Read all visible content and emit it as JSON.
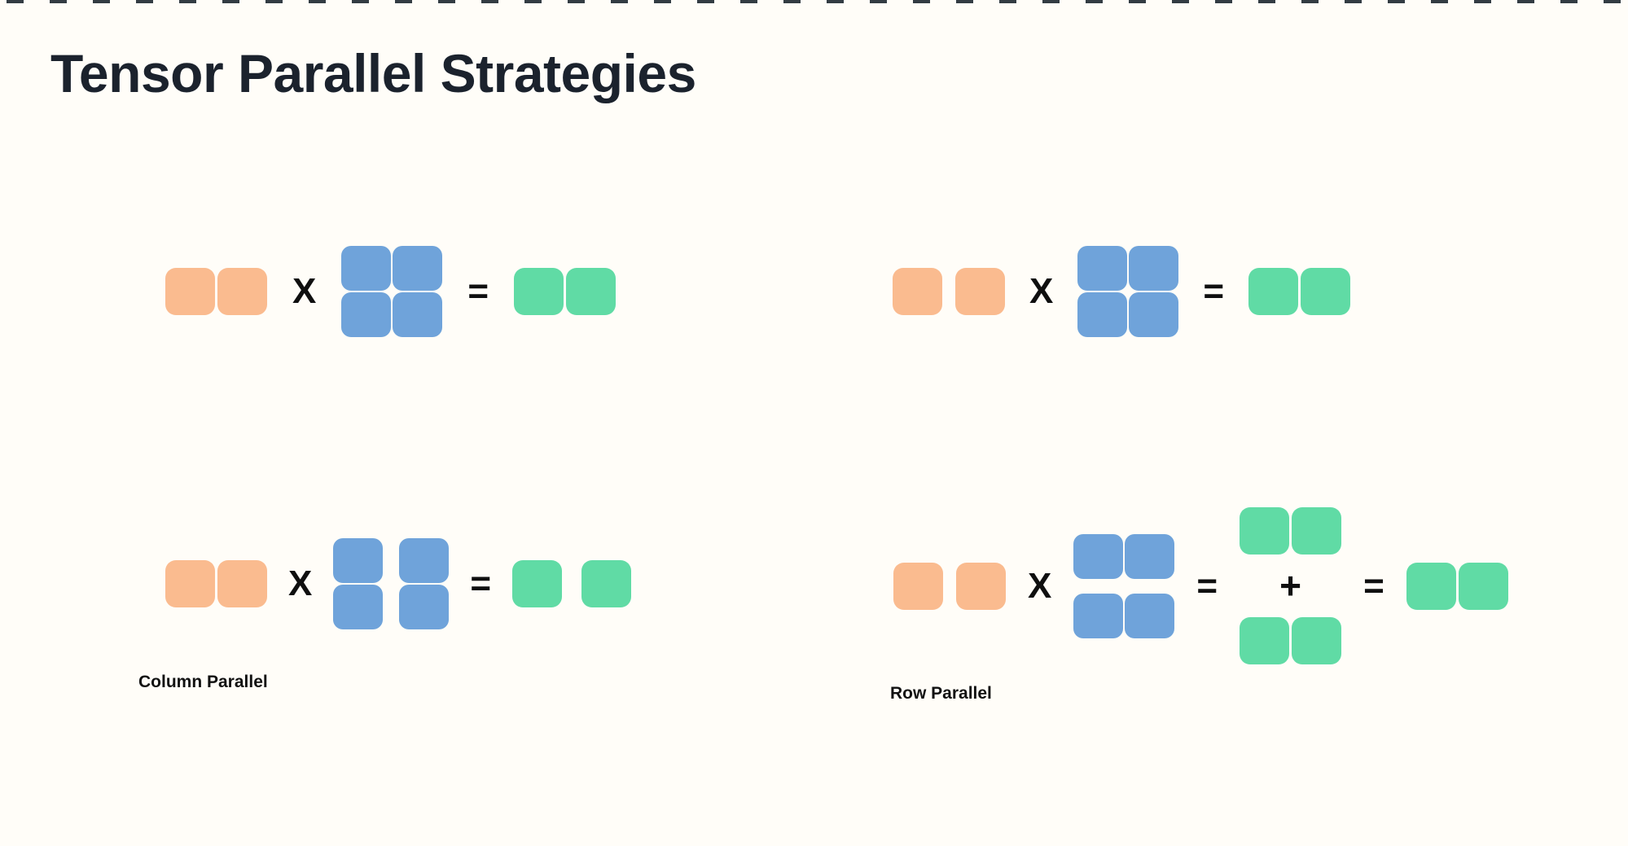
{
  "page": {
    "title": "Tensor Parallel Strategies"
  },
  "operators": {
    "multiply": "X",
    "equals": "=",
    "plus": "+"
  },
  "labels": {
    "column_parallel": "Column Parallel",
    "row_parallel": "Row Parallel"
  },
  "colors": {
    "background": "#FFFDF8",
    "title": "#1B222D",
    "orange": "#FABB8F",
    "blue": "#6FA3DA",
    "green": "#60DBA5",
    "operator": "#0F0F0F",
    "label": "#111111",
    "top_dash": "#333C43"
  }
}
